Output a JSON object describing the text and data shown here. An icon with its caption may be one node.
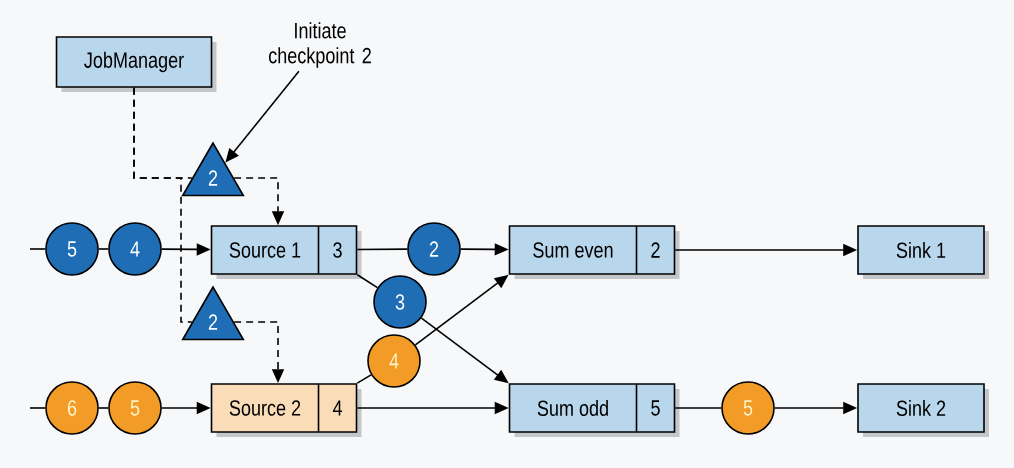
{
  "diagram": {
    "nodes": [
      {
        "text": [
          "JobManager"
        ]
      },
      {
        "text": [
          "Initiate checkpoint 2"
        ]
      },
      {
        "text": [
          "2"
        ]
      },
      {
        "text": [
          "5"
        ]
      },
      {
        "text": [
          "4"
        ]
      },
      {
        "text": [
          "Source 1",
          "3"
        ]
      },
      {
        "text": [
          "2"
        ]
      },
      {
        "text": [
          "Sum even",
          "2"
        ]
      },
      {
        "text": [
          "Sink 1"
        ]
      },
      {
        "text": [
          "3"
        ]
      },
      {
        "text": [
          "2"
        ]
      },
      {
        "text": [
          "4"
        ]
      },
      {
        "text": [
          "6"
        ]
      },
      {
        "text": [
          "5"
        ]
      },
      {
        "text": [
          "Source 2",
          "4"
        ]
      },
      {
        "text": [
          "Sum odd",
          "5"
        ]
      },
      {
        "text": [
          "5"
        ]
      },
      {
        "text": [
          "Sink 2"
        ]
      }
    ],
    "edges": [
      {
        "from": 0,
        "to": 2,
        "arrow": "none",
        "style": "dashed"
      },
      {
        "from": 2,
        "to": 5,
        "arrow": "to",
        "style": "dashed"
      },
      {
        "from": 0,
        "to": 10,
        "arrow": "none",
        "style": "dashed"
      },
      {
        "from": 10,
        "to": 14,
        "arrow": "to",
        "style": "dashed"
      },
      {
        "from": 1,
        "to": 2,
        "arrow": "to"
      },
      {
        "from": null,
        "to": 3,
        "arrow": "none"
      },
      {
        "from": 3,
        "to": 4,
        "arrow": "none"
      },
      {
        "from": 4,
        "to": 5,
        "arrow": "to"
      },
      {
        "from": 5,
        "to": 6,
        "arrow": "none"
      },
      {
        "from": 6,
        "to": 7,
        "arrow": "to"
      },
      {
        "from": 7,
        "to": 8,
        "arrow": "to"
      },
      {
        "from": 5,
        "to": 9,
        "arrow": "none"
      },
      {
        "from": 9,
        "to": 15,
        "arrow": "to"
      },
      {
        "from": null,
        "to": 12,
        "arrow": "none"
      },
      {
        "from": 12,
        "to": 13,
        "arrow": "none"
      },
      {
        "from": 13,
        "to": 14,
        "arrow": "to"
      },
      {
        "from": 14,
        "to": 11,
        "arrow": "none"
      },
      {
        "from": 11,
        "to": 7,
        "arrow": "to"
      },
      {
        "from": 14,
        "to": 15,
        "arrow": "to"
      },
      {
        "from": 15,
        "to": 16,
        "arrow": "none"
      },
      {
        "from": 16,
        "to": 17,
        "arrow": "to"
      }
    ]
  }
}
